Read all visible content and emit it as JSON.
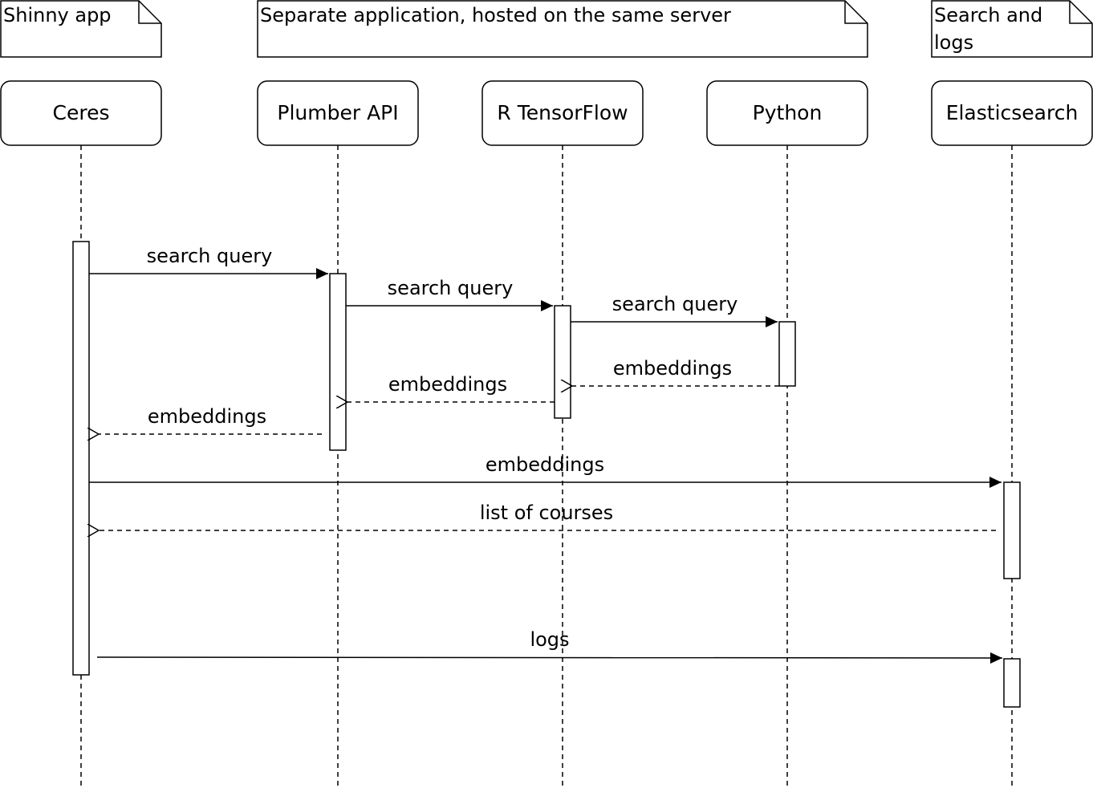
{
  "notes": [
    {
      "lines": [
        "Shinny app"
      ]
    },
    {
      "lines": [
        "Separate application, hosted on the same server"
      ]
    },
    {
      "lines": [
        "Search and",
        "logs"
      ]
    }
  ],
  "participants": [
    {
      "id": "ceres",
      "label": "Ceres"
    },
    {
      "id": "plumber",
      "label": "Plumber API"
    },
    {
      "id": "tensorflow",
      "label": "R TensorFlow"
    },
    {
      "id": "python",
      "label": "Python"
    },
    {
      "id": "elastic",
      "label": "Elasticsearch"
    }
  ],
  "messages": [
    {
      "from": "ceres",
      "to": "plumber",
      "label": "search query",
      "kind": "sync"
    },
    {
      "from": "plumber",
      "to": "tensorflow",
      "label": "search query",
      "kind": "sync"
    },
    {
      "from": "tensorflow",
      "to": "python",
      "label": "search query",
      "kind": "sync"
    },
    {
      "from": "python",
      "to": "tensorflow",
      "label": "embeddings",
      "kind": "return"
    },
    {
      "from": "tensorflow",
      "to": "plumber",
      "label": "embeddings",
      "kind": "return"
    },
    {
      "from": "plumber",
      "to": "ceres",
      "label": "embeddings",
      "kind": "return"
    },
    {
      "from": "ceres",
      "to": "elastic",
      "label": "embeddings",
      "kind": "sync"
    },
    {
      "from": "elastic",
      "to": "ceres",
      "label": "list of courses",
      "kind": "return"
    },
    {
      "from": "ceres",
      "to": "elastic",
      "label": "logs",
      "kind": "sync"
    }
  ],
  "colors": {
    "stroke": "#000000",
    "fill": "#ffffff"
  }
}
